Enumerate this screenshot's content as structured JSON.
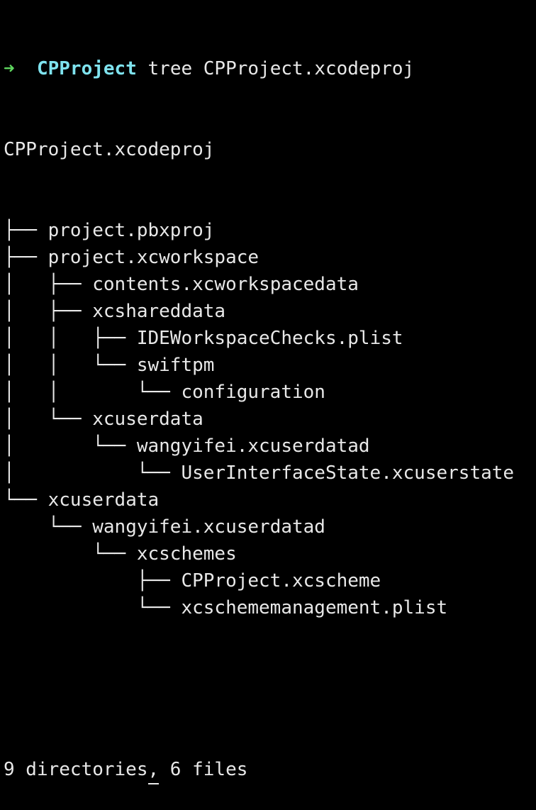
{
  "prompt": {
    "arrow": "➜",
    "directory": "CPProject",
    "command": "tree CPProject.xcodeproj"
  },
  "tree": {
    "root": "CPProject.xcodeproj",
    "lines": [
      {
        "prefix": "├── ",
        "name": "project.pbxproj"
      },
      {
        "prefix": "├── ",
        "name": "project.xcworkspace"
      },
      {
        "prefix": "│   ├── ",
        "name": "contents.xcworkspacedata"
      },
      {
        "prefix": "│   ├── ",
        "name": "xcshareddata"
      },
      {
        "prefix": "│   │   ├── ",
        "name": "IDEWorkspaceChecks.plist"
      },
      {
        "prefix": "│   │   └── ",
        "name": "swiftpm"
      },
      {
        "prefix": "│   │       └── ",
        "name": "configuration"
      },
      {
        "prefix": "│   └── ",
        "name": "xcuserdata"
      },
      {
        "prefix": "│       └── ",
        "name": "wangyifei.xcuserdatad"
      },
      {
        "prefix": "│           └── ",
        "name": "UserInterfaceState.xcuserstate"
      },
      {
        "prefix": "└── ",
        "name": "xcuserdata"
      },
      {
        "prefix": "    └── ",
        "name": "wangyifei.xcuserdatad"
      },
      {
        "prefix": "        └── ",
        "name": "xcschemes"
      },
      {
        "prefix": "            ├── ",
        "name": "CPProject.xcscheme"
      },
      {
        "prefix": "            └── ",
        "name": "xcschememanagement.plist"
      }
    ]
  },
  "summary": {
    "before_cursor": "9 directories",
    "cursor_char": ",",
    "after_cursor": " 6 files"
  }
}
